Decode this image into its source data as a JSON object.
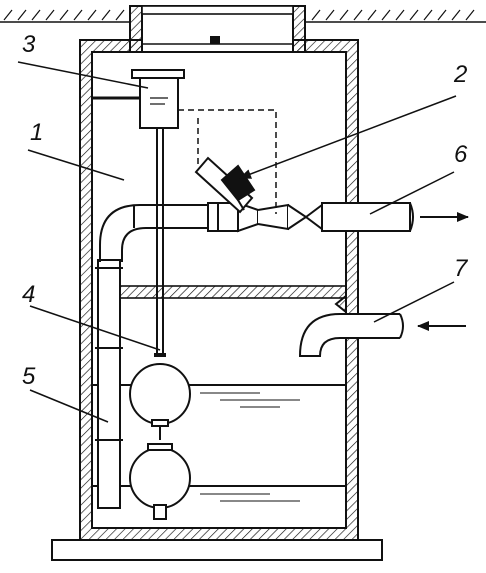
{
  "callouts": [
    {
      "label": "1"
    },
    {
      "label": "2"
    },
    {
      "label": "3"
    },
    {
      "label": "4"
    },
    {
      "label": "5"
    },
    {
      "label": "6"
    },
    {
      "label": "7"
    }
  ],
  "colors": {
    "line": "#111111",
    "background": "#ffffff"
  }
}
